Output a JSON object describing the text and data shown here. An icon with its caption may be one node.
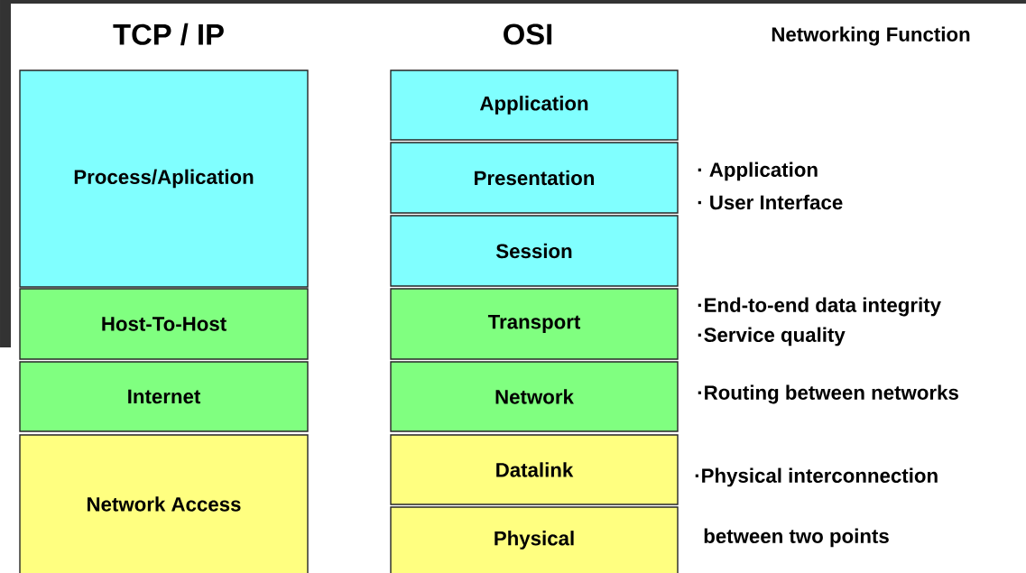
{
  "diagram": {
    "nodes": [
      {
        "text": [
          "Process/Aplication"
        ]
      },
      {
        "text": [
          "Host-To-Host"
        ]
      },
      {
        "text": [
          "Internet"
        ]
      },
      {
        "text": [
          "Network Access"
        ]
      },
      {
        "text": [
          "Application"
        ]
      },
      {
        "text": [
          "Presentation"
        ]
      },
      {
        "text": [
          "Session"
        ]
      },
      {
        "text": [
          "Transport"
        ]
      },
      {
        "text": [
          "Network"
        ]
      },
      {
        "text": [
          "Datalink"
        ]
      },
      {
        "text": [
          "Physical"
        ]
      }
    ],
    "labels": [
      "TCP / IP",
      "OSI",
      "Networking Function",
      "· Application",
      "· User Interface",
      "·End-to-end data integrity",
      "·Service quality",
      "·Routing between networks",
      "·Physical interconnection",
      "between two points"
    ]
  }
}
